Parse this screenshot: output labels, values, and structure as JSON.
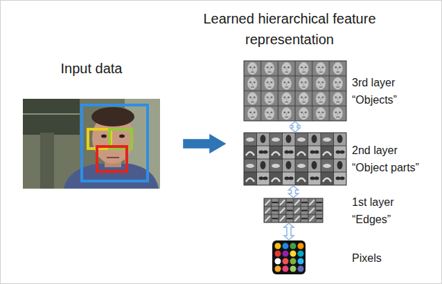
{
  "diagram": {
    "nodes": [
      {
        "text": [
          "Input data"
        ]
      },
      {
        "text": [
          "Learned hierarchical feature representation"
        ]
      },
      {
        "text": [
          "3rd layer",
          "“Objects”"
        ],
        "in": 1
      },
      {
        "text": [
          "2nd layer",
          "“Object parts”"
        ],
        "in": 1
      },
      {
        "text": [
          "1st layer",
          "“Edges”"
        ],
        "in": 1
      },
      {
        "text": [
          "Pixels"
        ],
        "in": 1
      }
    ],
    "edges": [
      {
        "from": 0,
        "to": 1,
        "arrow": "to"
      },
      {
        "from": 2,
        "to": 3,
        "arrow": "both"
      },
      {
        "from": 3,
        "to": 4,
        "arrow": "both"
      },
      {
        "from": 4,
        "to": 5,
        "arrow": "both"
      }
    ]
  }
}
